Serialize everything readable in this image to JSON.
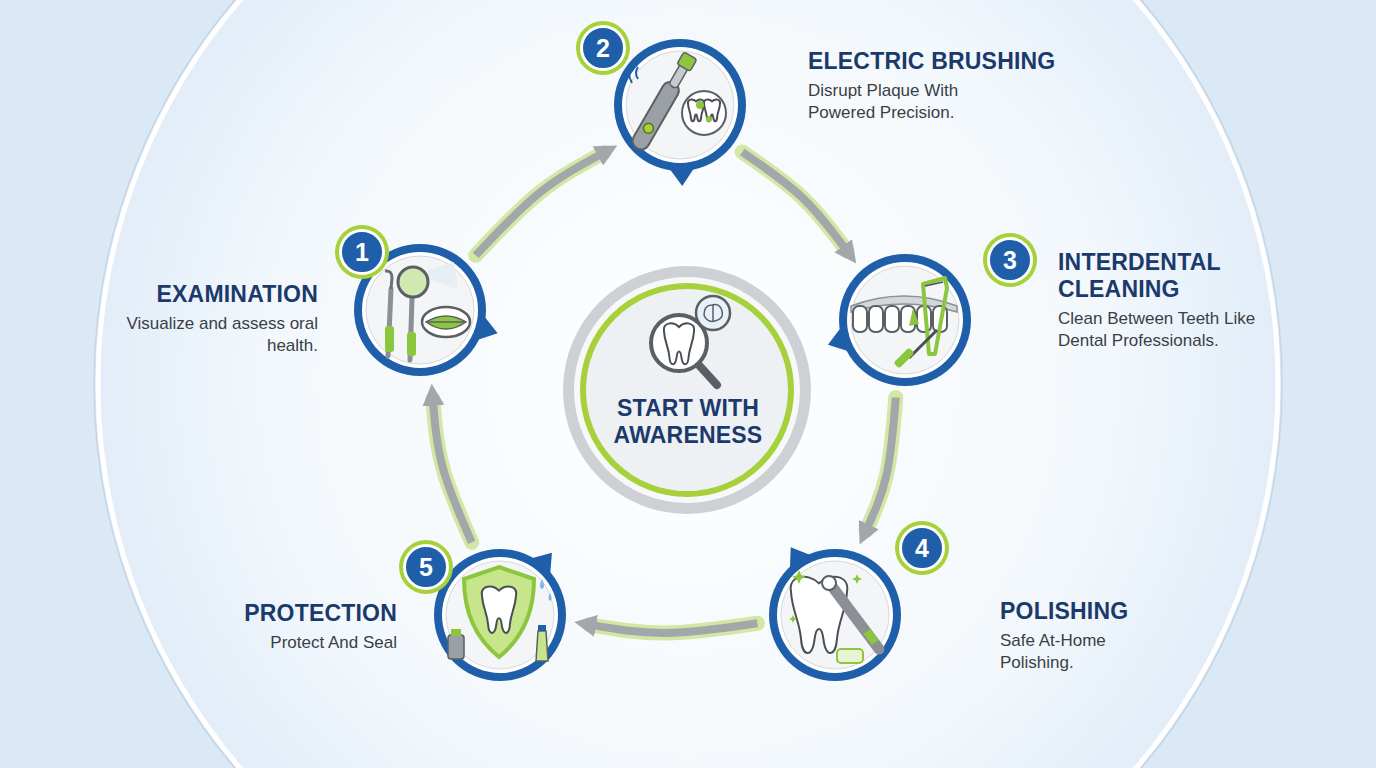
{
  "diagram": {
    "nodes": [
      {
        "text": [
          "EXAMINATION",
          "Visualize and assess oral health."
        ]
      },
      {
        "text": [
          "ELECTRIC BRUSHING",
          "Disrupt Plaque With Powered Precision."
        ]
      },
      {
        "text": [
          "INTERDENTAL CLEANING",
          "Clean Between Teeth Like Dental Professionals."
        ]
      },
      {
        "text": [
          "POLISHING",
          "Safe At-Home Polishing."
        ]
      },
      {
        "text": [
          "PROTECTION",
          "Protect And Seal"
        ]
      },
      {
        "text": [
          "START WITH AWARENESS"
        ]
      }
    ],
    "edges": [
      {
        "from": 0,
        "to": 1,
        "arrow": "to"
      },
      {
        "from": 1,
        "to": 2,
        "arrow": "to"
      },
      {
        "from": 2,
        "to": 3,
        "arrow": "to"
      },
      {
        "from": 3,
        "to": 4,
        "arrow": "to"
      },
      {
        "from": 4,
        "to": 0,
        "arrow": "to"
      }
    ],
    "labels": [
      "1",
      "2",
      "3",
      "4",
      "5"
    ]
  }
}
